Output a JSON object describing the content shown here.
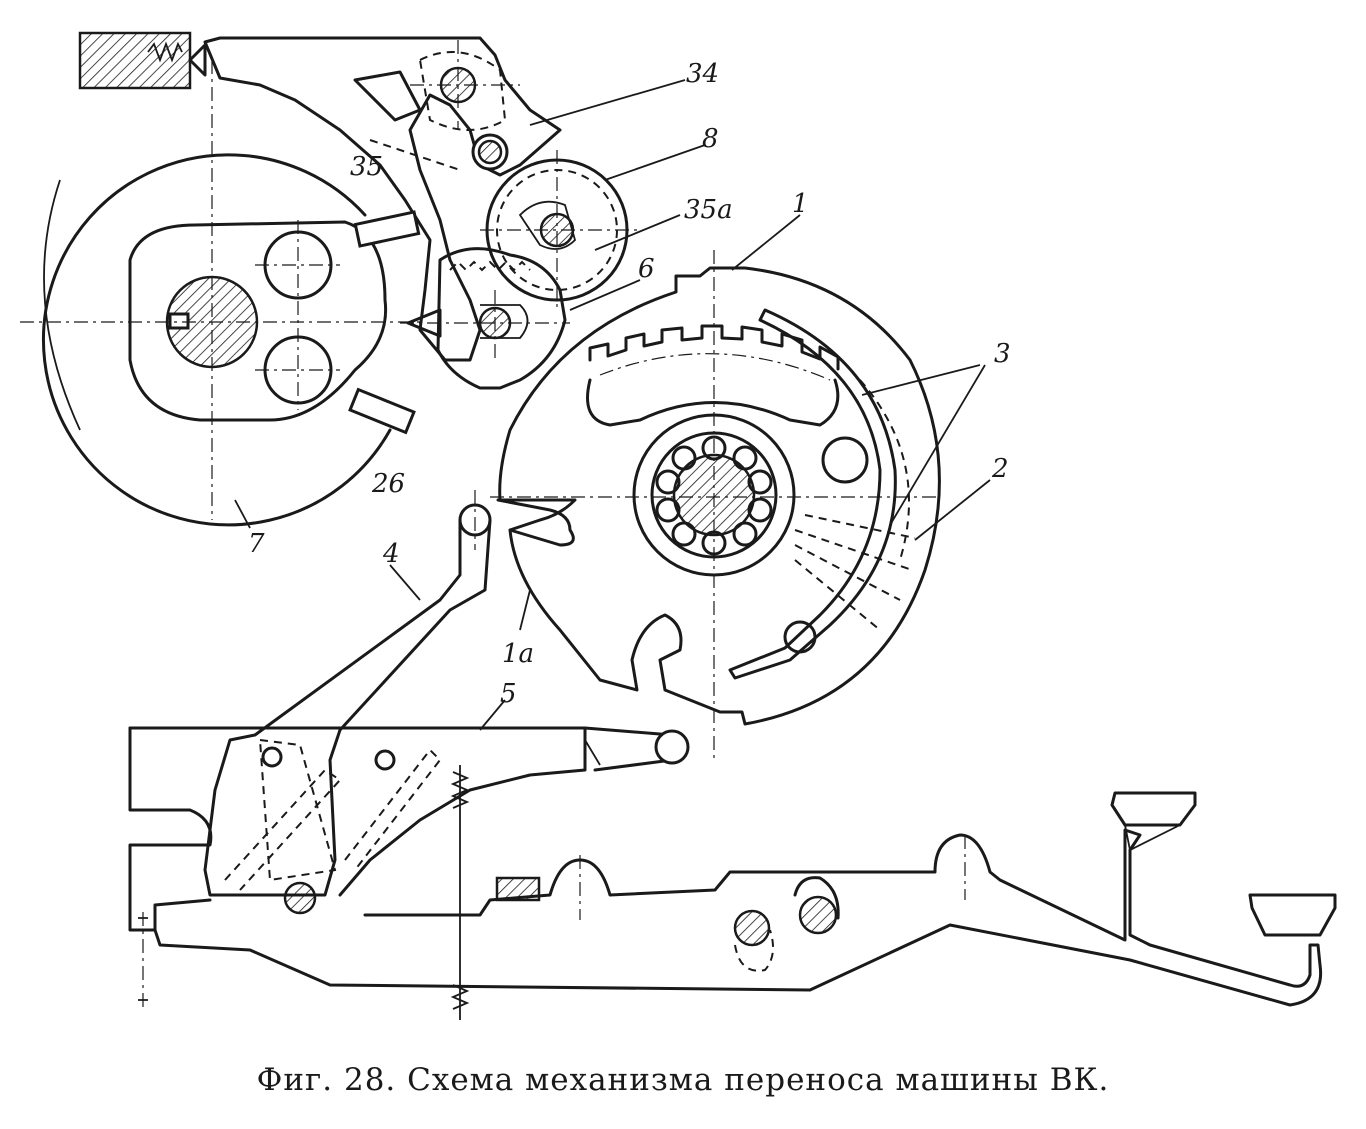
{
  "labels": {
    "l34": "34",
    "l8": "8",
    "l35": "35",
    "l35a": "35a",
    "l1": "1",
    "l6": "6",
    "l3": "3",
    "l2": "2",
    "l26": "26",
    "l4": "4",
    "l1a": "1a",
    "l5": "5",
    "l7": "7"
  },
  "caption": "Фиг. 28. Схема механизма переноса машины ВК."
}
